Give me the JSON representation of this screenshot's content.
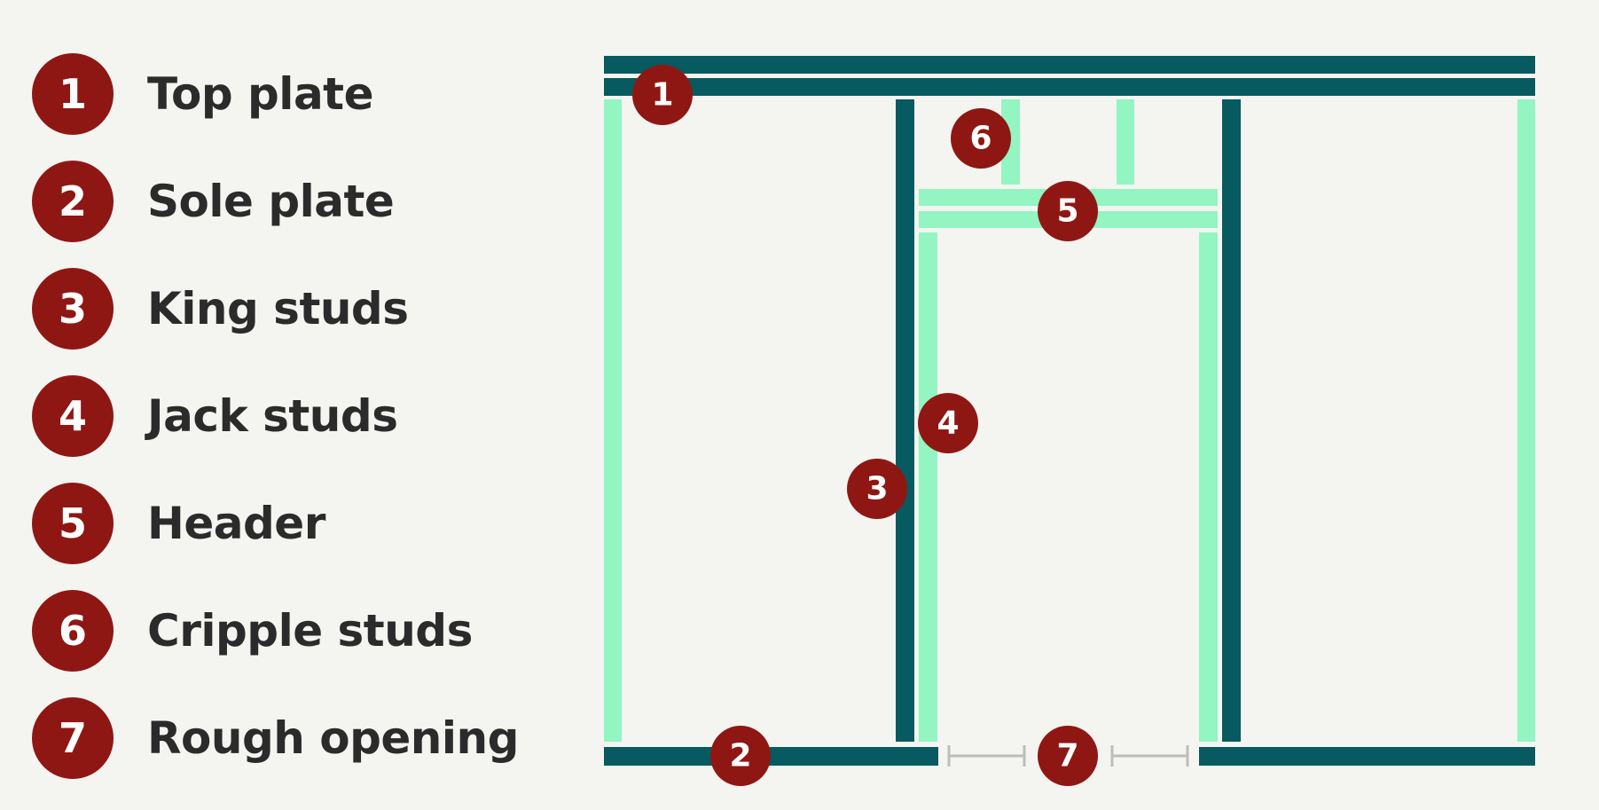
{
  "legend": {
    "items": [
      {
        "number": "1",
        "label": "Top plate"
      },
      {
        "number": "2",
        "label": "Sole plate"
      },
      {
        "number": "3",
        "label": "King studs"
      },
      {
        "number": "4",
        "label": "Jack studs"
      },
      {
        "number": "5",
        "label": "Header"
      },
      {
        "number": "6",
        "label": "Cripple studs"
      },
      {
        "number": "7",
        "label": "Rough opening"
      }
    ]
  },
  "diagram": {
    "markers": [
      "1",
      "2",
      "3",
      "4",
      "5",
      "6",
      "7"
    ]
  },
  "colors": {
    "background": "#f4f4f1",
    "plate_dark_teal": "#065a60",
    "stud_light_green": "#93f5c2",
    "badge_red": "#8f1713",
    "text": "#2b2b2b",
    "dimension_gray": "#bdbdbd"
  }
}
